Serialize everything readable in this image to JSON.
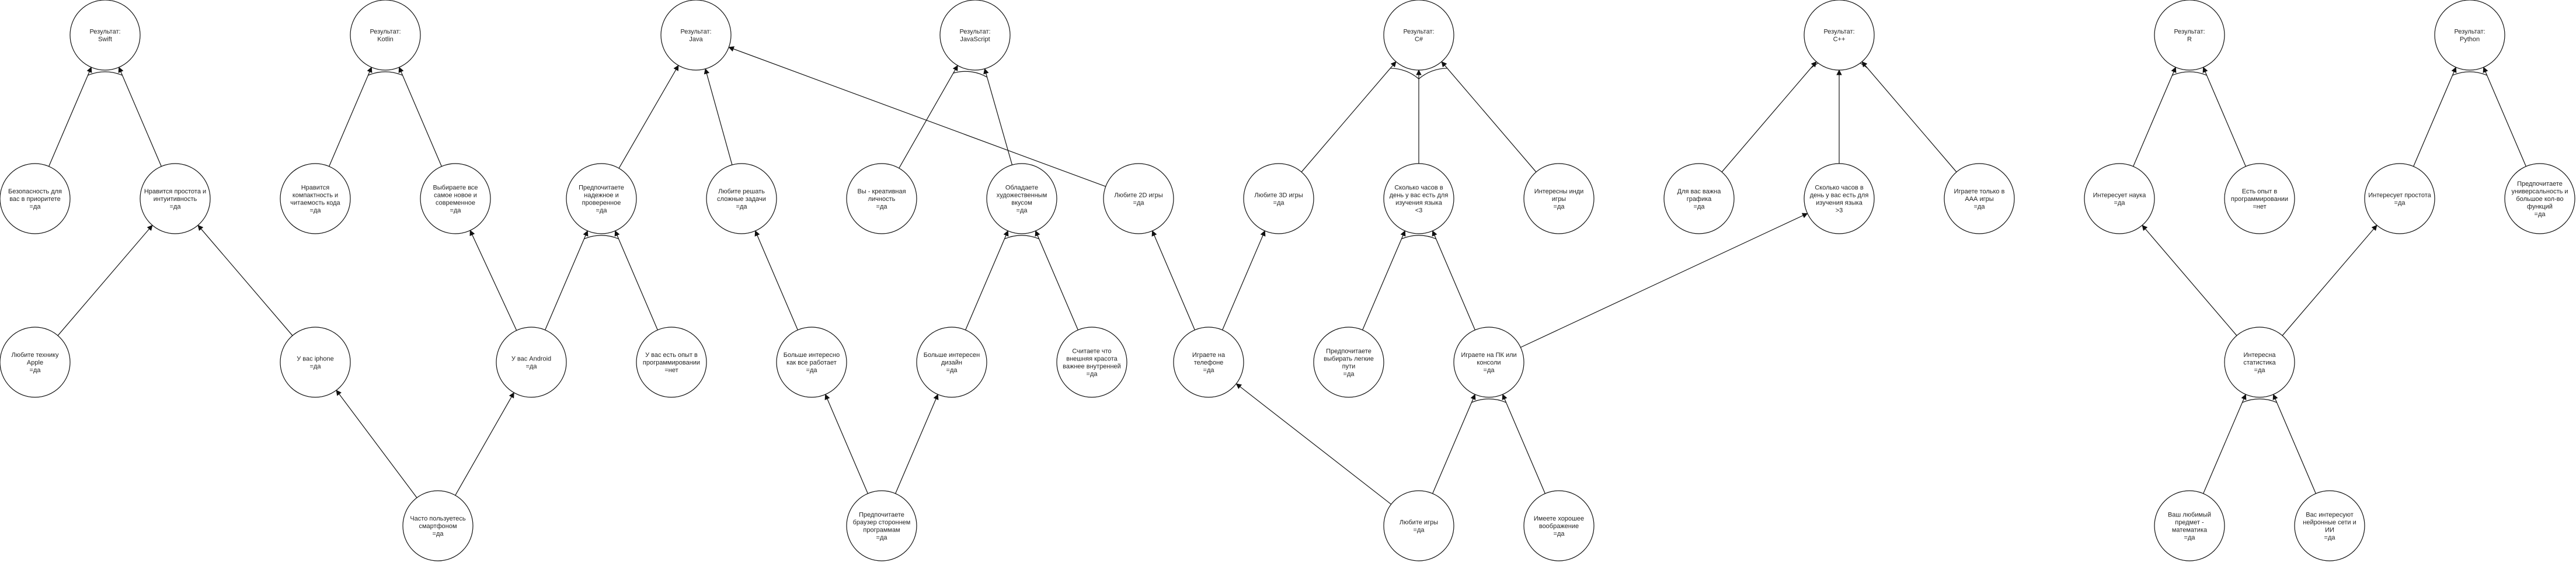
{
  "diagram": {
    "nodes": [
      {
        "id": "r_swift",
        "lines": [
          "Результат:",
          "Swift"
        ]
      },
      {
        "id": "r_kotlin",
        "lines": [
          "Результат:",
          "Kotlin"
        ]
      },
      {
        "id": "r_java",
        "lines": [
          "Результат:",
          "Java"
        ]
      },
      {
        "id": "r_js",
        "lines": [
          "Результат:",
          "JavaScript"
        ]
      },
      {
        "id": "r_cs",
        "lines": [
          "Результат:",
          "C#"
        ]
      },
      {
        "id": "r_cpp",
        "lines": [
          "Результат:",
          "C++"
        ]
      },
      {
        "id": "r_r",
        "lines": [
          "Результат:",
          "R"
        ]
      },
      {
        "id": "r_py",
        "lines": [
          "Результат:",
          "Python"
        ]
      },
      {
        "id": "q_security",
        "lines": [
          "Безопасность для",
          "вас в приоритете",
          "=да"
        ]
      },
      {
        "id": "q_simplicity",
        "lines": [
          "Нравится простота и",
          "интуитивность",
          "=да"
        ]
      },
      {
        "id": "q_compact",
        "lines": [
          "Нравится",
          "компактность и",
          "читаемость кода",
          "=да"
        ]
      },
      {
        "id": "q_newest",
        "lines": [
          "Выбираете все",
          "самое новое и",
          "современное",
          "=да"
        ]
      },
      {
        "id": "q_reliable",
        "lines": [
          "Предпочитаете",
          "надежное и",
          "проверенное",
          "=да"
        ]
      },
      {
        "id": "q_hardtasks",
        "lines": [
          "Любите решать",
          "сложные задачи",
          "=да"
        ]
      },
      {
        "id": "q_creative",
        "lines": [
          "Вы - креативная",
          "личность",
          "=да"
        ]
      },
      {
        "id": "q_art",
        "lines": [
          "Обладаете",
          "художественным",
          "вкусом",
          "=да"
        ]
      },
      {
        "id": "q_2d",
        "lines": [
          "Любите 2D игры",
          "=да"
        ]
      },
      {
        "id": "q_3d",
        "lines": [
          "Любите 3D игры",
          "=да"
        ]
      },
      {
        "id": "q_hours_cs",
        "lines": [
          "Сколько часов в",
          "день у вас есть для",
          "изучения языка",
          "<3"
        ]
      },
      {
        "id": "q_indie",
        "lines": [
          "Интересны инди",
          "игры",
          "=да"
        ]
      },
      {
        "id": "q_graphics",
        "lines": [
          "Для вас важна",
          "графика",
          "=да"
        ]
      },
      {
        "id": "q_hours_cpp",
        "lines": [
          "Сколько часов в",
          "день у вас есть для",
          "изучения языка",
          ">3"
        ]
      },
      {
        "id": "q_aaa",
        "lines": [
          "Играете только в",
          "ААА игры",
          "=да"
        ]
      },
      {
        "id": "q_science",
        "lines": [
          "Интересует наука",
          "=да"
        ]
      },
      {
        "id": "q_progexp",
        "lines": [
          "Есть опыт в",
          "программировании",
          "=нет"
        ]
      },
      {
        "id": "q_ease",
        "lines": [
          "Интересует простота",
          "=да"
        ]
      },
      {
        "id": "q_universal",
        "lines": [
          "Предпочитаете",
          "универсальность и",
          "большое кол-во",
          "функций",
          "=да"
        ]
      },
      {
        "id": "q_arpp",
        "lines": [
          "Любите технику",
          "Apple",
          "=да"
        ]
      },
      {
        "id": "q_iphone",
        "lines": [
          "У вас iphone",
          "=да"
        ]
      },
      {
        "id": "q_android",
        "lines": [
          "У вас Android",
          "=да"
        ]
      },
      {
        "id": "q_exp",
        "lines": [
          "У вас есть опыт в",
          "программировании",
          "=нет"
        ]
      },
      {
        "id": "q_backend",
        "lines": [
          "Больше интересно",
          "как все работает",
          "=да"
        ]
      },
      {
        "id": "q_design",
        "lines": [
          "Больше интересен",
          "дизайн",
          "=да"
        ]
      },
      {
        "id": "q_beauty",
        "lines": [
          "Считаете что",
          "внешняя красота",
          "важнее внутренней",
          "=да"
        ]
      },
      {
        "id": "q_phone",
        "lines": [
          "Играете на",
          "телефоне",
          "=да"
        ]
      },
      {
        "id": "q_ready",
        "lines": [
          "Предпочитаете",
          "выбирать легкие",
          "пути",
          "=да"
        ]
      },
      {
        "id": "q_pc",
        "lines": [
          "Играете на ПК или",
          "консоли",
          "=да"
        ]
      },
      {
        "id": "q_stats",
        "lines": [
          "Интересна",
          "статистика",
          "=да"
        ]
      },
      {
        "id": "q_smartphone",
        "lines": [
          "Часто пользуетесь",
          "смартфоном",
          "=да"
        ]
      },
      {
        "id": "q_browser",
        "lines": [
          "Предпочитаете",
          "браузер стороннем",
          "программам",
          "=да"
        ]
      },
      {
        "id": "q_games",
        "lines": [
          "Любите игры",
          "=да"
        ]
      },
      {
        "id": "q_imagination",
        "lines": [
          "Имеете хорошее",
          "воображение",
          "=да"
        ]
      },
      {
        "id": "q_math",
        "lines": [
          "Ваш любимый",
          "предмет -",
          "математика",
          "=да"
        ]
      },
      {
        "id": "q_ai",
        "lines": [
          "Вас интересуют",
          "нейронные сети и",
          "ИИ",
          "=да"
        ]
      }
    ]
  }
}
